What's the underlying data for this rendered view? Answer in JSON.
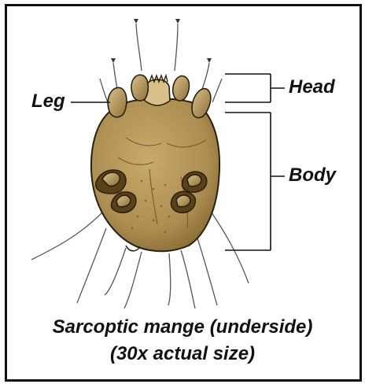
{
  "labels": {
    "leg": "Leg",
    "head": "Head",
    "body": "Body"
  },
  "caption": {
    "line1": "Sarcoptic mange (underside)",
    "line2": "(30x actual size)"
  },
  "colors": {
    "body_fill": "#b39458",
    "body_shadow": "#8c6d34",
    "leg_fill": "#c2a66a",
    "leg_dark": "#5a4218",
    "outline": "#2a2010",
    "hair": "#555555"
  }
}
